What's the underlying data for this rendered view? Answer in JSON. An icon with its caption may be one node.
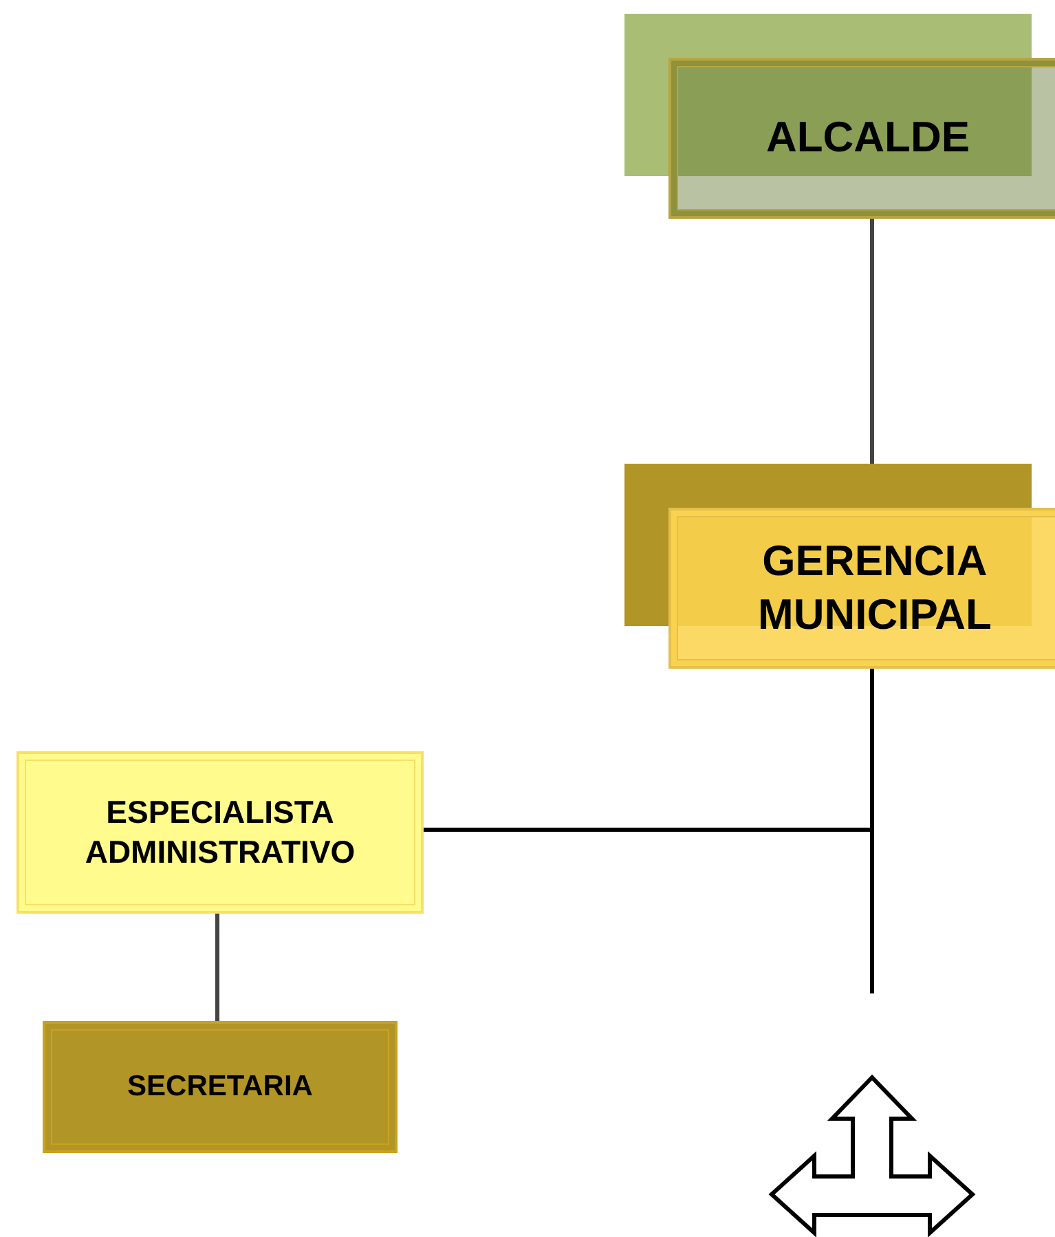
{
  "diagram": {
    "nodes": [
      {
        "text": [
          "ALCALDE"
        ]
      },
      {
        "text": [
          "GERENCIA MUNICIPAL"
        ]
      },
      {
        "text": [
          "ESPECIALISTA ADMINISTRATIVO"
        ]
      },
      {
        "text": [
          "SECRETARIA"
        ]
      }
    ],
    "edges": [
      {
        "from": 0,
        "to": 1,
        "arrow": "none"
      },
      {
        "from": 1,
        "to": 2,
        "arrow": "none"
      },
      {
        "from": 1,
        "to": null,
        "arrow": "none"
      },
      {
        "from": 2,
        "to": 3,
        "arrow": "none"
      }
    ]
  }
}
